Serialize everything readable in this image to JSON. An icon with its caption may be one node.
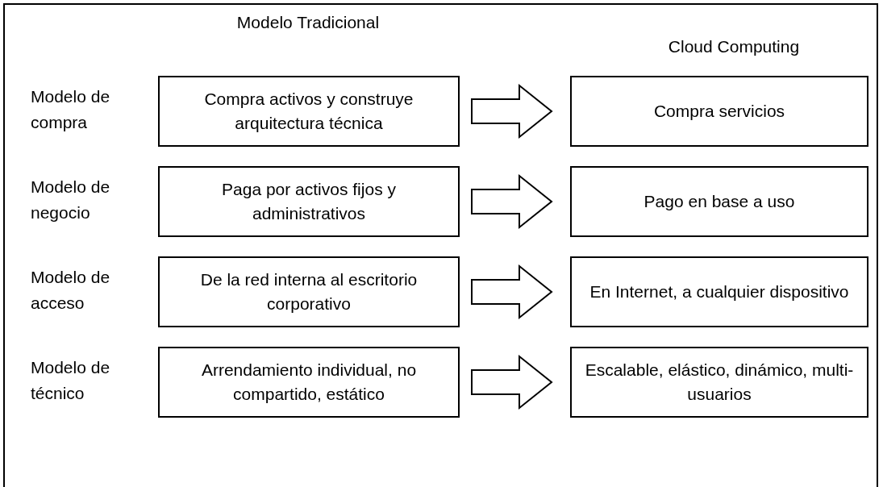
{
  "diagram": {
    "nodes": [
      {
        "text": [
          "Compra activos y construye arquitectura técnica"
        ]
      },
      {
        "text": [
          "Compra servicios"
        ]
      },
      {
        "text": [
          "Paga por activos fijos y administrativos"
        ]
      },
      {
        "text": [
          "Pago en base a uso"
        ]
      },
      {
        "text": [
          "De la red interna al escritorio corporativo"
        ]
      },
      {
        "text": [
          "En Internet, a cualquier dispositivo"
        ]
      },
      {
        "text": [
          "Arrendamiento individual, no compartido, estático"
        ]
      },
      {
        "text": [
          "Escalable, elástico, dinámico, multi-usuarios"
        ]
      }
    ],
    "edges": [
      {
        "from": 0,
        "to": 1,
        "arrow": "to"
      },
      {
        "from": 2,
        "to": 3,
        "arrow": "to"
      },
      {
        "from": 4,
        "to": 5,
        "arrow": "to"
      },
      {
        "from": 6,
        "to": 7,
        "arrow": "to"
      }
    ],
    "labels": [
      "Modelo Tradicional",
      "Cloud Computing",
      "Modelo de compra",
      "Modelo de negocio",
      "Modelo de acceso",
      "Modelo de técnico"
    ]
  }
}
